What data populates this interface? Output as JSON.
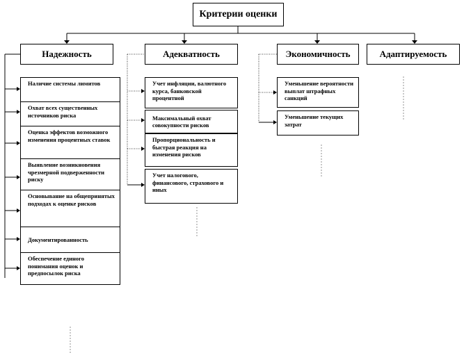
{
  "root": {
    "label": "Критерии оценки"
  },
  "categories": [
    {
      "label": "Надежность"
    },
    {
      "label": "Адекватность"
    },
    {
      "label": "Экономичность"
    },
    {
      "label": "Адаптируемость"
    }
  ],
  "reliability_items": [
    "Наличие системы лимитов",
    "Охват всех существенных источников риска",
    "Оценка эффектов возможного изменения процентных ставок",
    "Выявление возникновения чрезмерной подверженности риску",
    "Основывание на общепринятых подходах к оценке рисков",
    "Документированность",
    "Обеспечение единого понимания оценок и предпосылок риска"
  ],
  "adequacy_items": [
    "Учет инфляции, валютного курса, банковской процентной",
    "Максимальный охват совокупности рисков",
    "Пропорциональность и быстрая реакция на изменения рисков",
    "Учет налогового, финансового, страхового и иных"
  ],
  "economy_items": [
    "Уменьшение вероятности выплат штрафных санкций",
    "Уменьшение текущих затрат"
  ]
}
